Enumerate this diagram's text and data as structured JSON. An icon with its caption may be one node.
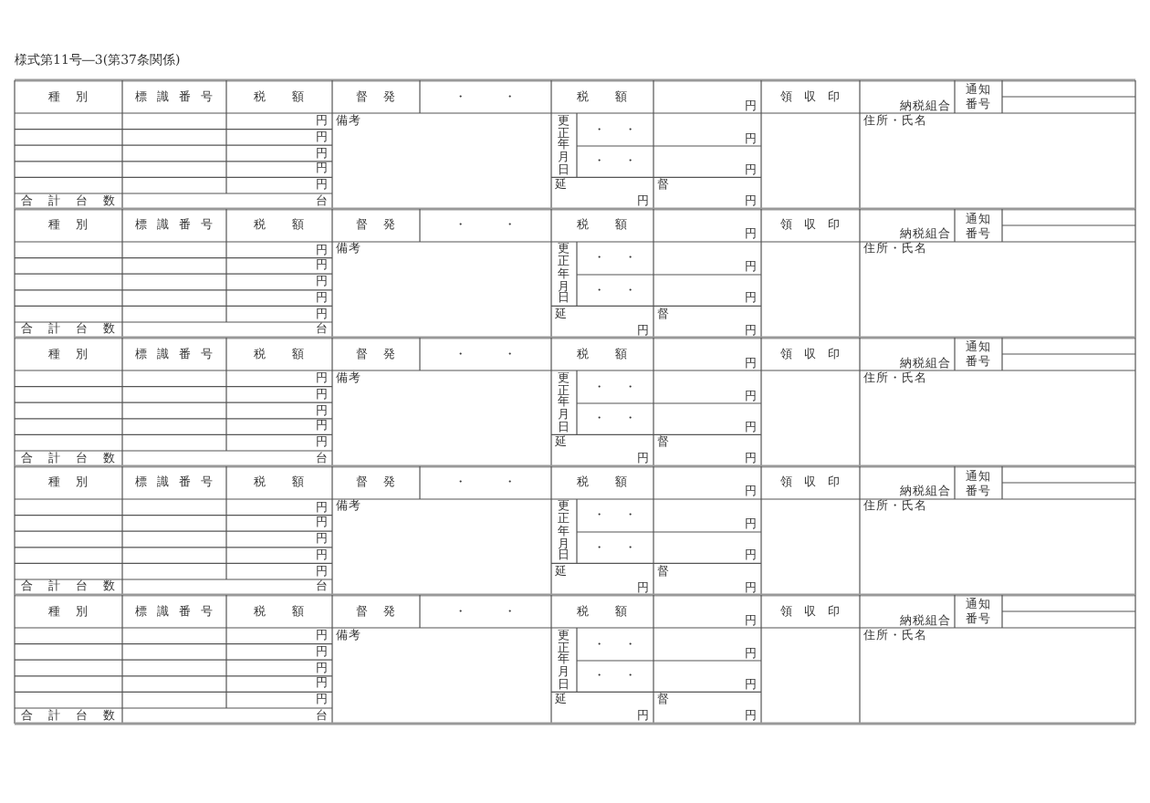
{
  "diagram": {
    "title": "様式第11号―3(第37条関係)",
    "labels": [
      "種別",
      "標識番号",
      "税額",
      "督発",
      "・ ・",
      "税額",
      "円",
      "領収印",
      "納税組合",
      "通知番号",
      "円",
      "備考",
      "更正年月日",
      "・ ・",
      "円",
      "住所・氏名",
      "円",
      "円",
      "円",
      "・ ・",
      "円",
      "円",
      "延",
      "督",
      "合計台数",
      "台",
      "円",
      "円",
      "種別",
      "標識番号",
      "税額",
      "督発",
      "・ ・",
      "税額",
      "円",
      "領収印",
      "納税組合",
      "通知番号",
      "円",
      "備考",
      "更正年月日",
      "・ ・",
      "円",
      "住所・氏名",
      "円",
      "円",
      "円",
      "・ ・",
      "円",
      "円",
      "延",
      "督",
      "合計台数",
      "台",
      "円",
      "円",
      "種別",
      "標識番号",
      "税額",
      "督発",
      "・ ・",
      "税額",
      "円",
      "領収印",
      "納税組合",
      "通知番号",
      "円",
      "備考",
      "更正年月日",
      "・ ・",
      "円",
      "住所・氏名",
      "円",
      "円",
      "円",
      "・ ・",
      "円",
      "円",
      "延",
      "督",
      "合計台数",
      "台",
      "円",
      "円",
      "種別",
      "標識番号",
      "税額",
      "督発",
      "・ ・",
      "税額",
      "円",
      "領収印",
      "納税組合",
      "通知番号",
      "円",
      "備考",
      "更正年月日",
      "・ ・",
      "円",
      "住所・氏名",
      "円",
      "円",
      "円",
      "・ ・",
      "円",
      "円",
      "延",
      "督",
      "合計台数",
      "台",
      "円",
      "円",
      "種別",
      "標識番号",
      "税額",
      "督発",
      "・ ・",
      "税額",
      "円",
      "領収印",
      "納税組合",
      "通知番号",
      "円",
      "備考",
      "更正年月日",
      "・ ・",
      "円",
      "住所・氏名",
      "円",
      "円",
      "円",
      "・ ・",
      "円",
      "円",
      "延",
      "督",
      "合計台数",
      "台",
      "円",
      "円"
    ]
  }
}
